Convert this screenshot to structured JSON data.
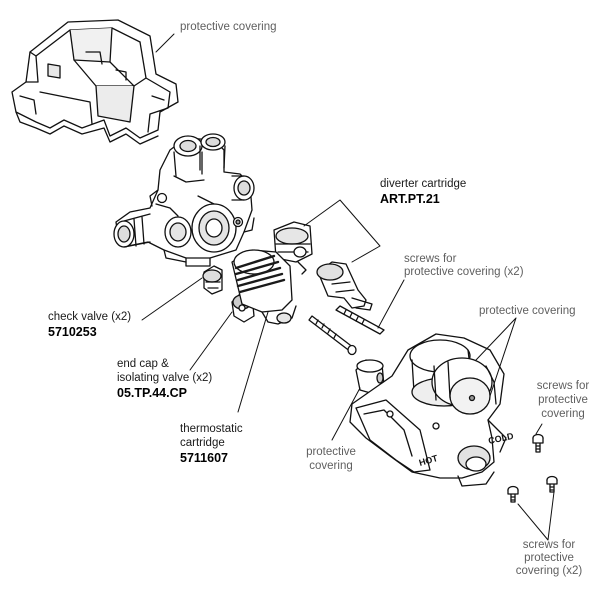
{
  "labels": {
    "top_covering": "protective covering",
    "diverter": "diverter cartridge",
    "diverter_code": "ART.PT.21",
    "screws_top_1": "screws for",
    "screws_top_2": "protective covering (x2)",
    "right_covering": "protective covering",
    "screws_right_1": "screws for",
    "screws_right_2": "protective",
    "screws_right_3": "covering",
    "check_valve": "check valve (x2)",
    "check_valve_code": "5710253",
    "end_cap_1": "end cap &",
    "end_cap_2": "isolating valve (x2)",
    "end_cap_code": "05.TP.44.CP",
    "thermo_1": "thermostatic",
    "thermo_2": "cartridge",
    "thermo_code": "5711607",
    "mid_covering_1": "protective",
    "mid_covering_2": "covering",
    "screws_bottom_1": "screws for",
    "screws_bottom_2": "protective",
    "screws_bottom_3": "covering (x2)",
    "hot": "HOT",
    "cold": "COLD"
  },
  "colors": {
    "line": "#111111",
    "label_text": "#5f5f5f",
    "code_text": "#000000",
    "part_shade": "#e2e2e2"
  }
}
